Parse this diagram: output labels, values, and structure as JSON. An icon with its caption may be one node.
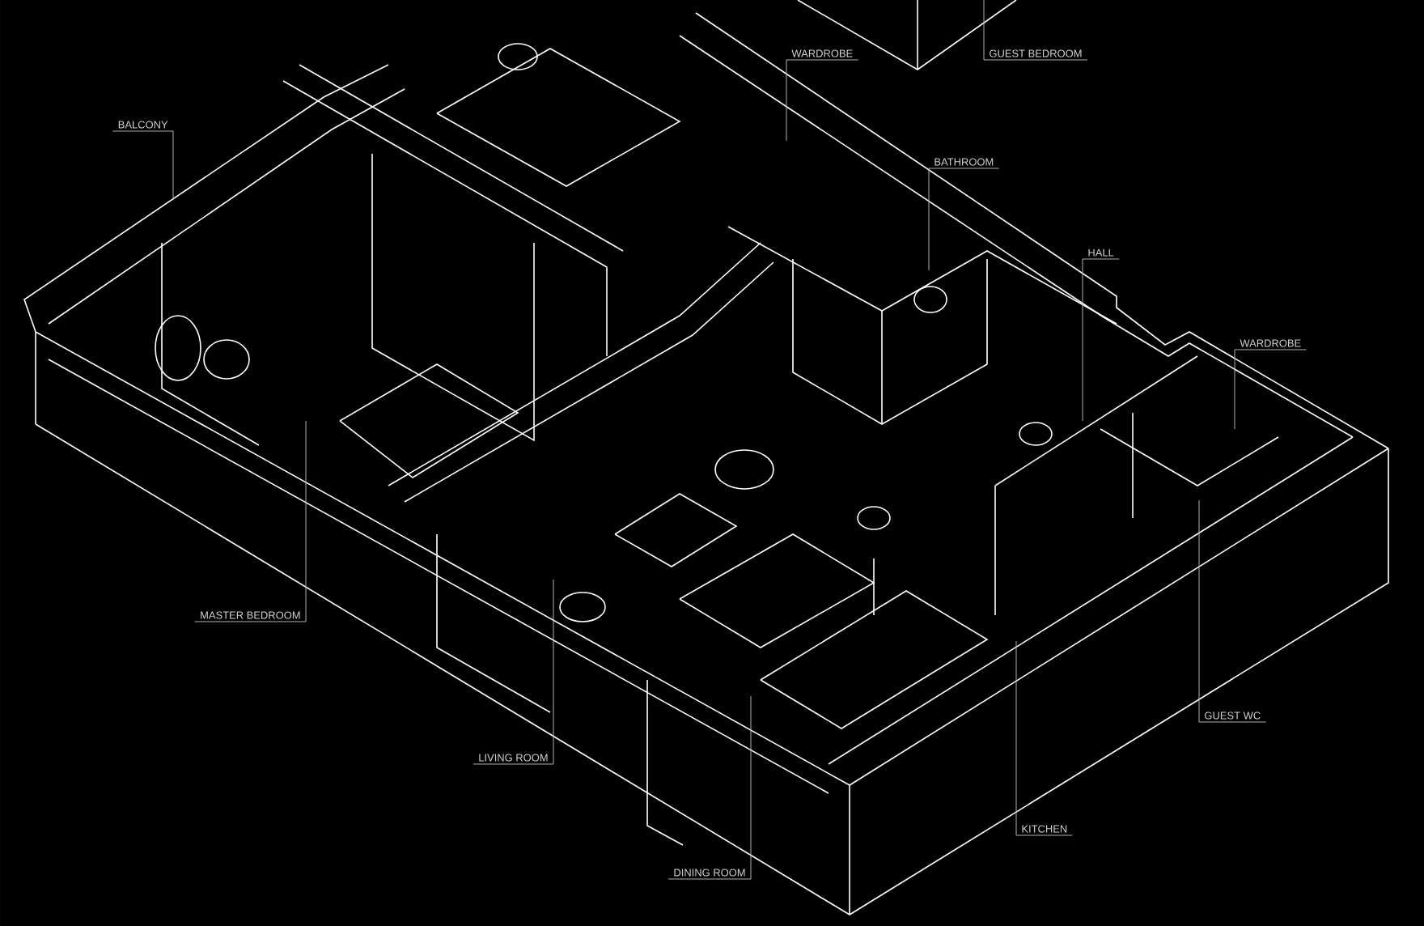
{
  "diagram": {
    "nodes": [
      {
        "text": [
          "WARDROBE"
        ]
      },
      {
        "text": [
          "GUEST BEDROOM"
        ]
      },
      {
        "text": [
          "BALCONY"
        ]
      },
      {
        "text": [
          "BATHROOM"
        ]
      },
      {
        "text": [
          "HALL"
        ]
      },
      {
        "text": [
          "WARDROBE"
        ]
      },
      {
        "text": [
          "MASTER BEDROOM"
        ]
      },
      {
        "text": [
          "LIVING ROOM"
        ]
      },
      {
        "text": [
          "GUEST WC"
        ]
      },
      {
        "text": [
          "KITCHEN"
        ]
      },
      {
        "text": [
          "DINING ROOM"
        ]
      }
    ],
    "edges": [
      {
        "from": 0,
        "to": null,
        "arrow": "none"
      },
      {
        "from": 1,
        "to": null,
        "arrow": "none"
      },
      {
        "from": 2,
        "to": null,
        "arrow": "none"
      },
      {
        "from": 3,
        "to": null,
        "arrow": "none"
      },
      {
        "from": 4,
        "to": null,
        "arrow": "none"
      },
      {
        "from": 5,
        "to": null,
        "arrow": "none"
      },
      {
        "from": 6,
        "to": null,
        "arrow": "none"
      },
      {
        "from": 7,
        "to": null,
        "arrow": "none"
      },
      {
        "from": 8,
        "to": null,
        "arrow": "none"
      },
      {
        "from": 9,
        "to": null,
        "arrow": "none"
      },
      {
        "from": 10,
        "to": null,
        "arrow": "none"
      }
    ]
  }
}
